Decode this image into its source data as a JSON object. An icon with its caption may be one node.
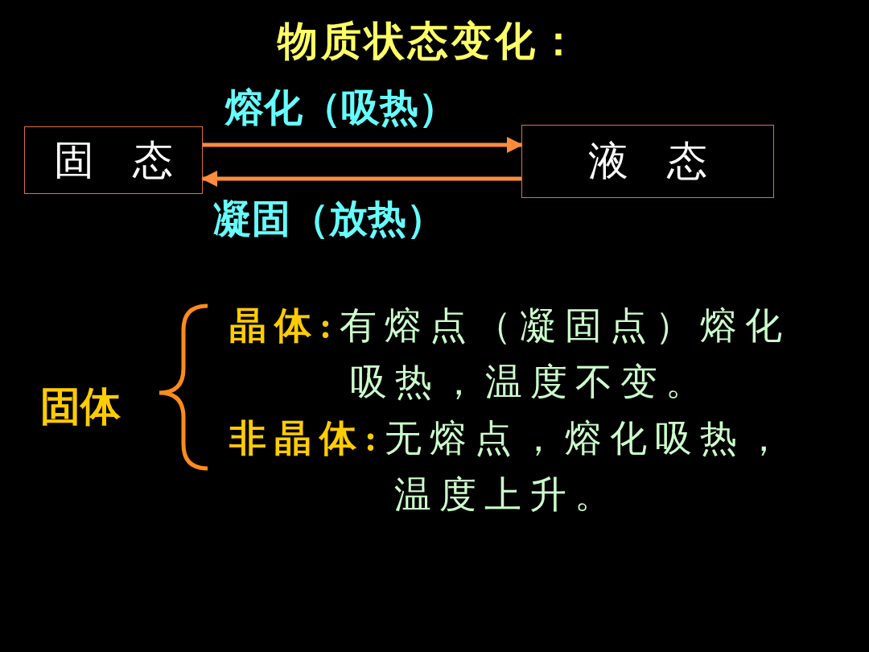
{
  "diagram": {
    "title": "物质状态变化：",
    "nodes": [
      {
        "text": [
          "固 态"
        ]
      },
      {
        "text": [
          "液 态"
        ]
      }
    ],
    "edges": [
      {
        "from": 0,
        "to": 1,
        "arrow": "to",
        "label": "熔化（吸热）"
      },
      {
        "from": 1,
        "to": 0,
        "arrow": "to",
        "label": "凝固（放热）"
      }
    ],
    "labels": [
      "固体",
      "晶体:",
      "有熔点（凝固点）熔化吸热，温度不变。",
      "非晶体:",
      "无熔点，熔化吸热，温度上升。"
    ]
  }
}
